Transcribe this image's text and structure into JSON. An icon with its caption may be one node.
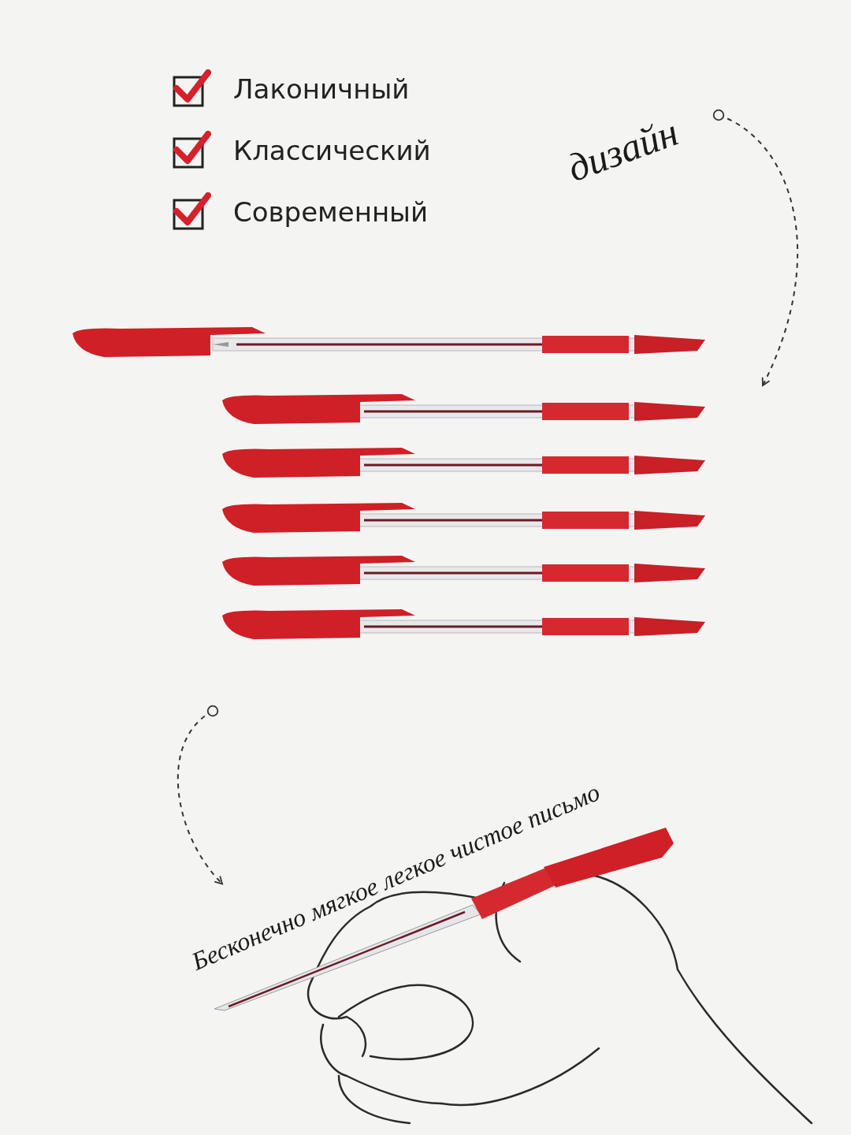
{
  "diagram": {
    "nodes": [
      {
        "text": [
          "дизайн"
        ]
      },
      {
        "text": [],
        "shape": "picture"
      },
      {
        "text": [
          "Бесконечно мягкое легкое чистое письмо"
        ]
      }
    ],
    "edges": [
      {
        "from": 0,
        "to": 1,
        "arrow": "to",
        "style": "dashed"
      },
      {
        "from": null,
        "to": 2,
        "arrow": "to",
        "style": "dashed"
      }
    ],
    "labels": [
      "Лаконичный",
      "Классический",
      "Современный"
    ]
  }
}
